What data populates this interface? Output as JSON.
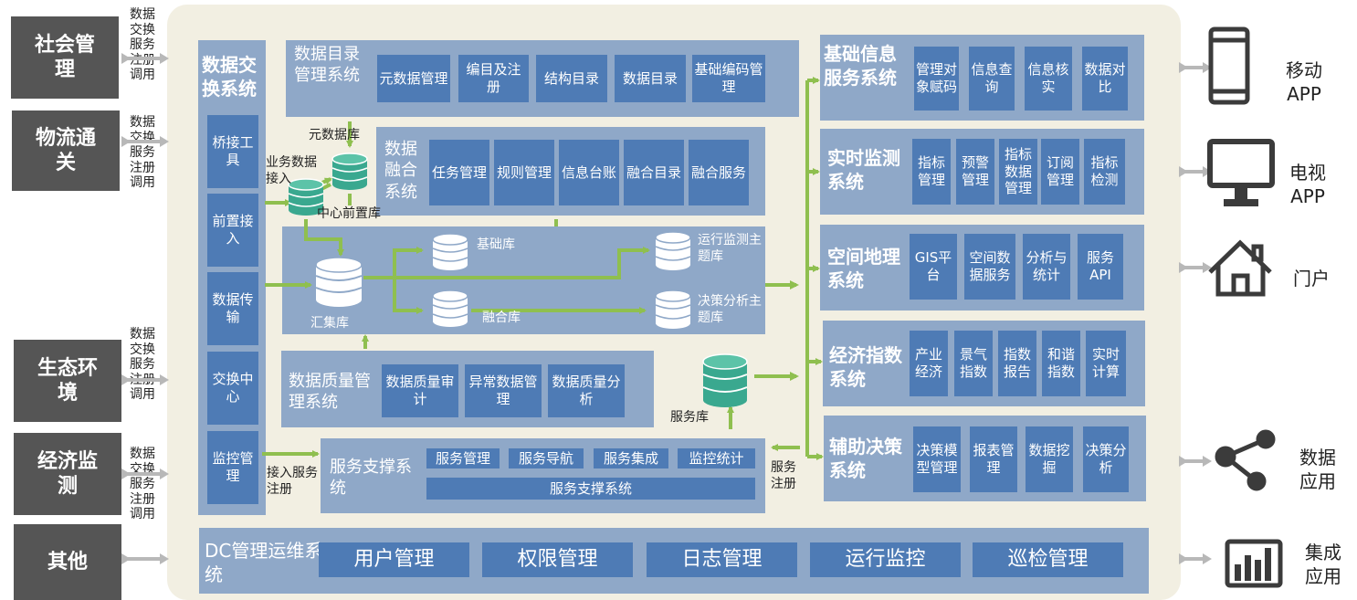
{
  "external_left": [
    {
      "label": "社会管理",
      "note": "数据交换服务注册调用"
    },
    {
      "label": "物流通关",
      "note": "数据交换服务注册调用"
    },
    {
      "label": "生态环境",
      "note": "数据交换服务注册调用"
    },
    {
      "label": "经济监测",
      "note": "数据交换服务注册调用"
    },
    {
      "label": "其他",
      "note": ""
    }
  ],
  "exchange": {
    "title": "数据交换系统",
    "items": [
      "桥接工具",
      "前置接入",
      "数据传输",
      "交换中心",
      "监控管理"
    ]
  },
  "catalog": {
    "title": "数据目录管理系统",
    "items": [
      "元数据管理",
      "编目及注册",
      "结构目录",
      "数据目录",
      "基础编码管理"
    ]
  },
  "fusion": {
    "title": "数据融合系统",
    "items": [
      "任务管理",
      "规则管理",
      "信息台账",
      "融合目录",
      "融合服务"
    ]
  },
  "databases": {
    "meta_db": "元数据库",
    "business_access": "业务数据接入",
    "center_front_db": "中心前置库",
    "collect_db": "汇集库",
    "base_db": "基础库",
    "fusion_db": "融合库",
    "monitor_db": "运行监测主题库",
    "decision_db": "决策分析主题库",
    "service_db": "服务库"
  },
  "quality": {
    "title": "数据质量管理系统",
    "items": [
      "数据质量审计",
      "异常数据管理",
      "数据质量分析"
    ]
  },
  "support": {
    "title": "服务支撑系统",
    "items": [
      "服务管理",
      "服务导航",
      "服务集成",
      "监控统计"
    ],
    "bar": "服务支撑系统"
  },
  "labels": {
    "access_register": "接入服务注册",
    "service_register": "服务注册"
  },
  "right_systems": [
    {
      "title": "基础信息服务系统",
      "items": [
        "管理对象赋码",
        "信息查询",
        "信息核实",
        "数据对比"
      ]
    },
    {
      "title": "实时监测系统",
      "items": [
        "指标管理",
        "预警管理",
        "指标数据管理",
        "订阅管理",
        "指标检测"
      ]
    },
    {
      "title": "空间地理系统",
      "items": [
        "GIS平台",
        "空间数据服务",
        "分析与统计",
        "服务API"
      ]
    },
    {
      "title": "经济指数系统",
      "items": [
        "产业经济",
        "景气指数",
        "指数报告",
        "和谐指数",
        "实时计算"
      ]
    },
    {
      "title": "辅助决策系统",
      "items": [
        "决策模型管理",
        "报表管理",
        "数据挖掘",
        "决策分析"
      ]
    }
  ],
  "dc": {
    "title": "DC管理运维系统",
    "items": [
      "用户管理",
      "权限管理",
      "日志管理",
      "运行监控",
      "巡检管理"
    ]
  },
  "external_right": [
    {
      "label": "移动APP",
      "icon": "mobile-phone-icon"
    },
    {
      "label": "电视APP",
      "icon": "monitor-icon"
    },
    {
      "label": "门户",
      "icon": "house-icon"
    },
    {
      "label": "数据应用",
      "icon": "share-icon"
    },
    {
      "label": "集成应用",
      "icon": "bar-chart-icon"
    }
  ],
  "colors": {
    "panel": "#8fa8c8",
    "box": "#4e7bb5",
    "arrow": "#8fbf4f",
    "db": "#3aa88f",
    "external": "#555555",
    "background": "#f2efe2"
  }
}
